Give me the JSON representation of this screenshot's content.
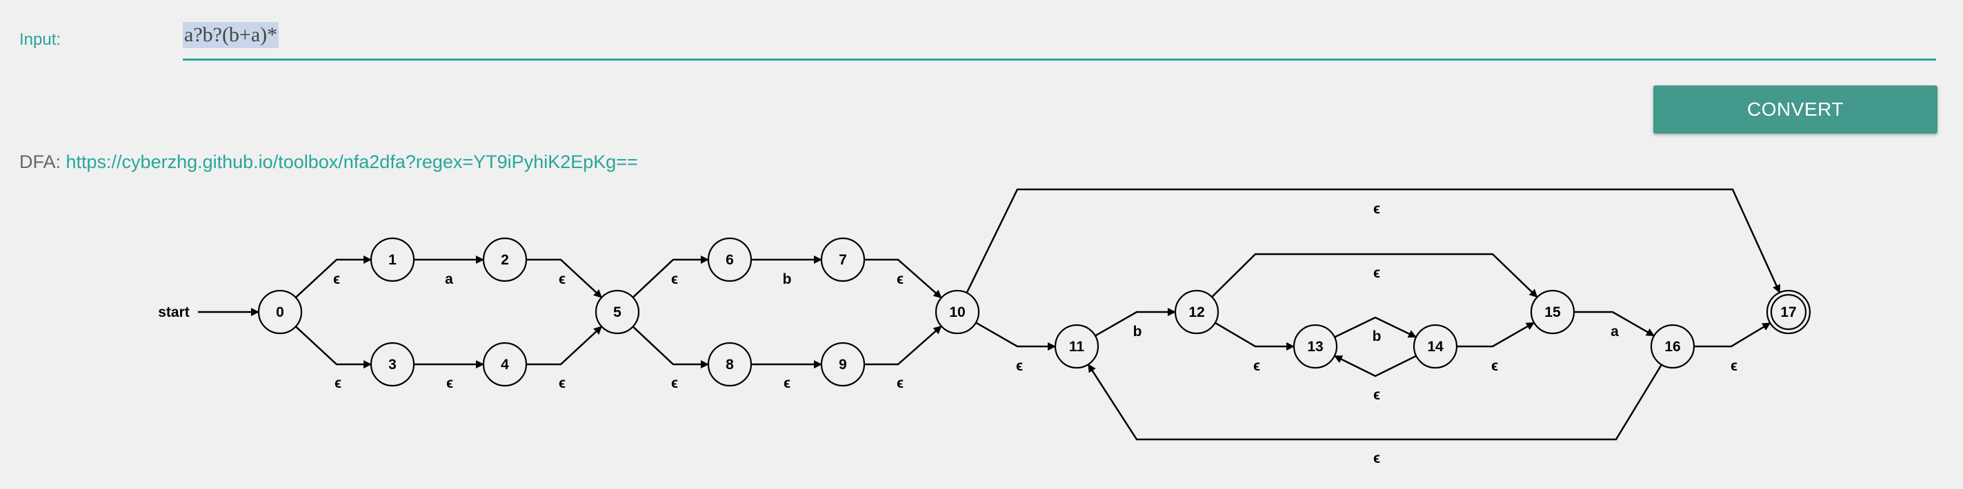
{
  "input": {
    "label": "Input:",
    "value": "a?b?(b+a)*"
  },
  "convert_button": {
    "label": "CONVERT"
  },
  "dfa": {
    "label": "DFA: ",
    "url": "https://cyberzhg.github.io/toolbox/nfa2dfa?regex=YT9iPyhiK2EpKg=="
  },
  "colors": {
    "accent": "#26a69a",
    "button": "#43998c",
    "selection": "#c9d6ea",
    "background": "#f0f0f0"
  },
  "nfa": {
    "start_label": "start",
    "states": [
      "0",
      "1",
      "2",
      "3",
      "4",
      "5",
      "6",
      "7",
      "8",
      "9",
      "10",
      "11",
      "12",
      "13",
      "14",
      "15",
      "16",
      "17"
    ],
    "accepting": [
      "17"
    ],
    "transitions": [
      {
        "from": "0",
        "to": "1",
        "label": "ϵ"
      },
      {
        "from": "1",
        "to": "2",
        "label": "a"
      },
      {
        "from": "2",
        "to": "5",
        "label": "ϵ"
      },
      {
        "from": "0",
        "to": "3",
        "label": "ϵ"
      },
      {
        "from": "3",
        "to": "4",
        "label": "ϵ"
      },
      {
        "from": "4",
        "to": "5",
        "label": "ϵ"
      },
      {
        "from": "5",
        "to": "6",
        "label": "ϵ"
      },
      {
        "from": "6",
        "to": "7",
        "label": "b"
      },
      {
        "from": "7",
        "to": "10",
        "label": "ϵ"
      },
      {
        "from": "5",
        "to": "8",
        "label": "ϵ"
      },
      {
        "from": "8",
        "to": "9",
        "label": "ϵ"
      },
      {
        "from": "9",
        "to": "10",
        "label": "ϵ"
      },
      {
        "from": "10",
        "to": "17",
        "label": "ϵ"
      },
      {
        "from": "10",
        "to": "11",
        "label": "ϵ"
      },
      {
        "from": "11",
        "to": "12",
        "label": "b"
      },
      {
        "from": "12",
        "to": "15",
        "label": "ϵ"
      },
      {
        "from": "12",
        "to": "13",
        "label": "ϵ"
      },
      {
        "from": "13",
        "to": "14",
        "label": "b"
      },
      {
        "from": "14",
        "to": "13",
        "label": "ϵ"
      },
      {
        "from": "14",
        "to": "15",
        "label": "ϵ"
      },
      {
        "from": "15",
        "to": "16",
        "label": "a"
      },
      {
        "from": "16",
        "to": "17",
        "label": "ϵ"
      },
      {
        "from": "16",
        "to": "11",
        "label": "ϵ"
      }
    ]
  }
}
